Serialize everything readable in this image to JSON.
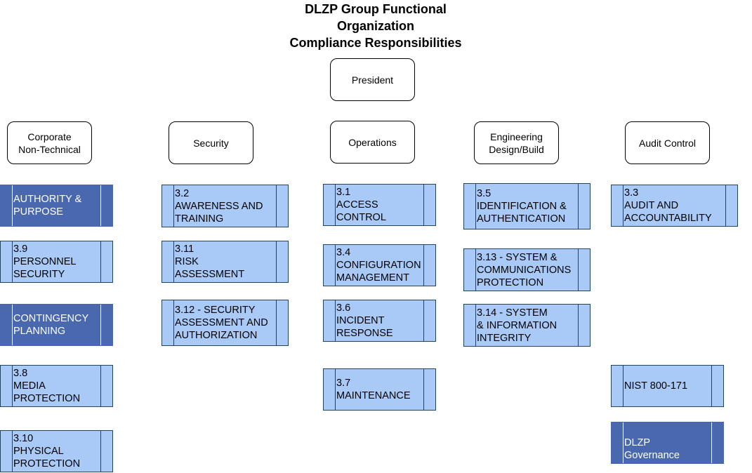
{
  "title": {
    "lines": [
      "DLZP Group Functional",
      "Organization",
      "Compliance Responsibilities"
    ]
  },
  "president": {
    "label": "President"
  },
  "departments": [
    {
      "label_lines": [
        "Corporate",
        "Non-Technical"
      ]
    },
    {
      "label_lines": [
        "Security"
      ]
    },
    {
      "label_lines": [
        "Operations"
      ]
    },
    {
      "label_lines": [
        "Engineering",
        "Design/Build"
      ]
    },
    {
      "label_lines": [
        "Audit Control"
      ]
    }
  ],
  "colors": {
    "light_fill": "#a9c9f7",
    "dark_fill": "#4a68ad",
    "border": "#23445d"
  },
  "columns": {
    "corporate": [
      {
        "lines": [
          "AUTHORITY &",
          "PURPOSE"
        ],
        "style": "dark"
      },
      {
        "lines": [
          "3.9",
          "PERSONNEL",
          "SECURITY"
        ],
        "style": "light"
      },
      {
        "lines": [
          "CONTINGENCY",
          "PLANNING"
        ],
        "style": "dark"
      },
      {
        "lines": [
          "3.8",
          "MEDIA",
          "PROTECTION"
        ],
        "style": "light"
      },
      {
        "lines": [
          "3.10",
          "PHYSICAL",
          "PROTECTION"
        ],
        "style": "light"
      }
    ],
    "security": [
      {
        "lines": [
          "3.2",
          "AWARENESS AND",
          "TRAINING"
        ],
        "style": "light"
      },
      {
        "lines": [
          "3.11",
          "RISK",
          "ASSESSMENT"
        ],
        "style": "light"
      },
      {
        "lines": [
          "3.12 - SECURITY",
          "ASSESSMENT AND",
          "AUTHORIZATION"
        ],
        "style": "light"
      }
    ],
    "operations": [
      {
        "lines": [
          "3.1",
          "ACCESS",
          "CONTROL"
        ],
        "style": "light"
      },
      {
        "lines": [
          "3.4",
          "CONFIGURATION",
          "MANAGEMENT"
        ],
        "style": "light"
      },
      {
        "lines": [
          "3.6",
          "INCIDENT",
          "RESPONSE"
        ],
        "style": "light"
      },
      {
        "lines": [
          "3.7",
          "MAINTENANCE"
        ],
        "style": "light"
      }
    ],
    "engineering": [
      {
        "lines": [
          "3.5",
          "IDENTIFICATION &",
          "AUTHENTICATION"
        ],
        "style": "light"
      },
      {
        "lines": [
          "3.13 - SYSTEM &",
          "COMMUNICATIONS",
          "PROTECTION"
        ],
        "style": "light"
      },
      {
        "lines": [
          "3.14 - SYSTEM",
          "& INFORMATION",
          "INTEGRITY"
        ],
        "style": "light"
      }
    ],
    "audit": [
      {
        "lines": [
          "3.3",
          "AUDIT AND",
          "ACCOUNTABILITY"
        ],
        "style": "light"
      },
      {
        "lines": [
          "NIST 800-171"
        ],
        "style": "light"
      },
      {
        "lines": [
          "DLZP",
          "Governance"
        ],
        "style": "dark"
      }
    ]
  }
}
